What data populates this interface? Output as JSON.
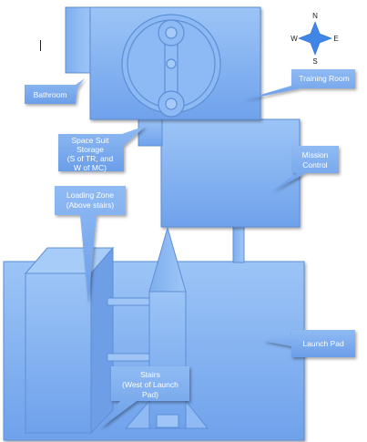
{
  "map": {
    "labels": {
      "bathroom": "Bathroom",
      "training_room": "Training Room",
      "space_suit_storage": [
        "Space Suit",
        "Storage",
        "(S of TR, and",
        "W of MC)"
      ],
      "mission_control": [
        "Mission",
        "Control"
      ],
      "loading_zone": [
        "Loading Zone",
        "(Above stairs)"
      ],
      "launch_pad": "Launch Pad",
      "stairs": [
        "Stairs",
        "(West of Launch",
        "Pad)"
      ]
    },
    "compass": {
      "n": "N",
      "s": "S",
      "e": "E",
      "w": "W"
    },
    "colors": {
      "room_fill": "#86b6f2",
      "room_stroke": "#5d8fd6",
      "callout_fill": "#7aabea",
      "compass": "#3f86e6"
    }
  }
}
